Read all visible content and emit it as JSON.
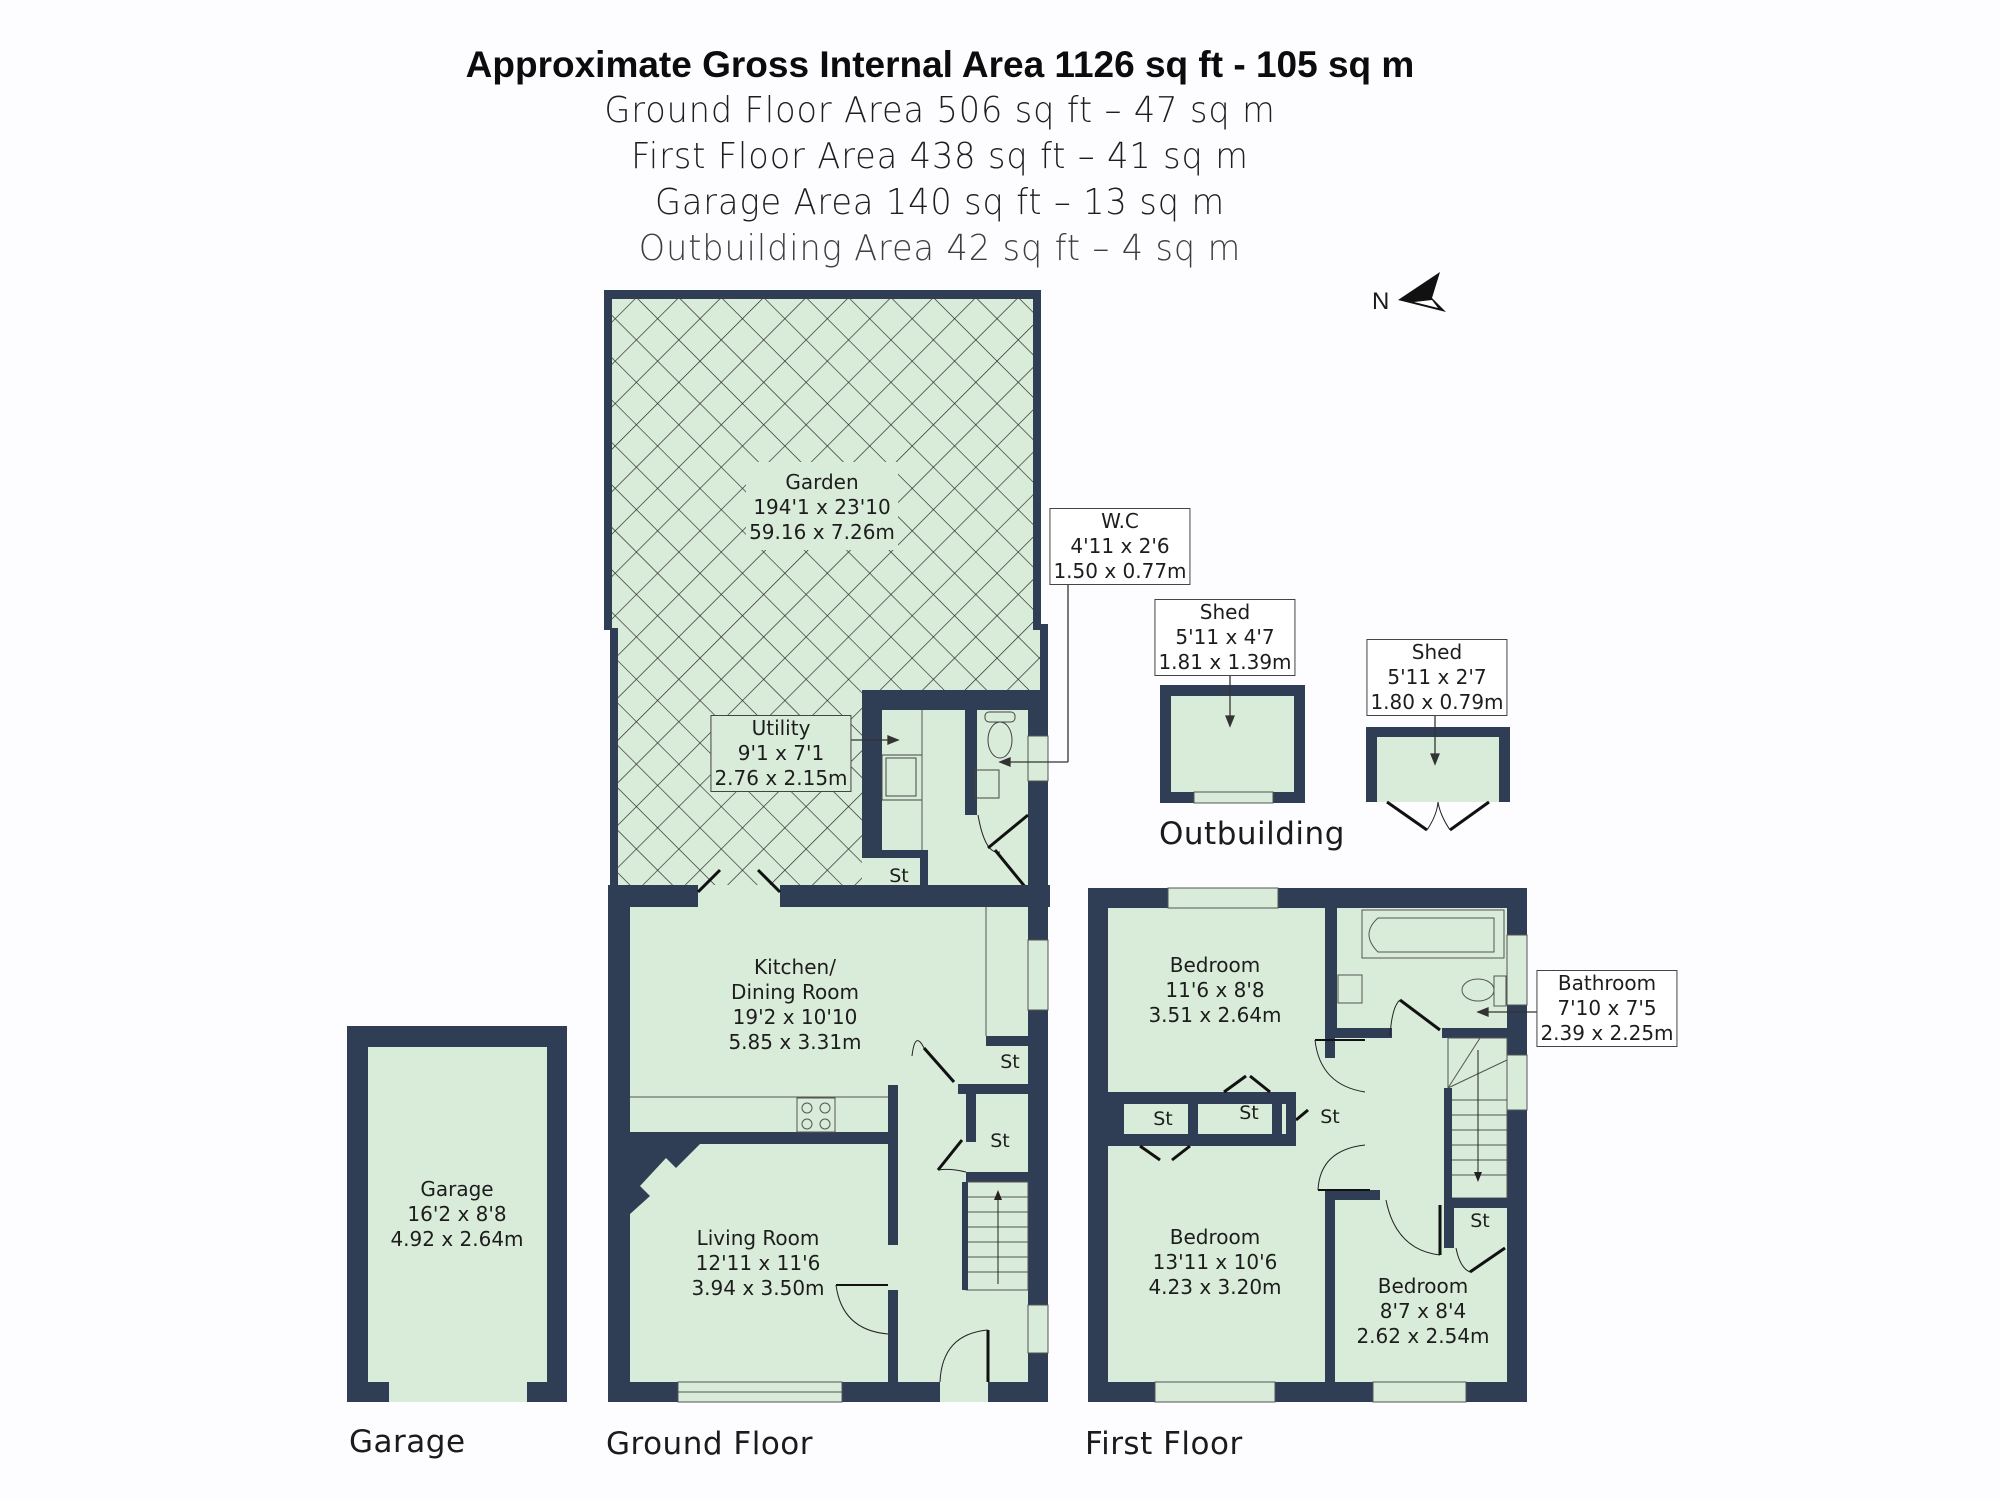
{
  "header": {
    "title": "Approximate Gross Internal Area 1126 sq ft - 105 sq m",
    "lines": [
      "Ground Floor Area 506 sq ft – 47 sq m",
      "First Floor Area 438 sq ft – 41 sq m",
      "Garage Area 140 sq ft – 13 sq m",
      "Outbuilding Area 42 sq ft – 4 sq m"
    ]
  },
  "compass": {
    "label": "N",
    "icon": "north-arrow-icon"
  },
  "colors": {
    "wall": "#2f3d55",
    "floor": "#d9ebd9",
    "background": "#fdfcfe",
    "label_box_border": "#444444"
  },
  "rooms": {
    "garden": {
      "name": "Garden",
      "imperial": "194'1 x 23'10",
      "metric": "59.16 x 7.26m"
    },
    "wc": {
      "name": "W.C",
      "imperial": "4'11 x 2'6",
      "metric": "1.50 x 0.77m"
    },
    "utility": {
      "name": "Utility",
      "imperial": "9'1 x 7'1",
      "metric": "2.76 x 2.15m"
    },
    "kitchen": {
      "name_line1": "Kitchen/",
      "name_line2": "Dining Room",
      "imperial": "19'2 x 10'10",
      "metric": "5.85 x 3.31m"
    },
    "living": {
      "name": "Living Room",
      "imperial": "12'11 x 11'6",
      "metric": "3.94 x 3.50m"
    },
    "garage": {
      "name": "Garage",
      "imperial": "16'2 x 8'8",
      "metric": "4.92 x 2.64m"
    },
    "shed1": {
      "name": "Shed",
      "imperial": "5'11 x 4'7",
      "metric": "1.81 x 1.39m"
    },
    "shed2": {
      "name": "Shed",
      "imperial": "5'11 x 2'7",
      "metric": "1.80 x 0.79m"
    },
    "bedroom1": {
      "name": "Bedroom",
      "imperial": "11'6 x 8'8",
      "metric": "3.51 x 2.64m"
    },
    "bedroom2": {
      "name": "Bedroom",
      "imperial": "13'11 x 10'6",
      "metric": "4.23 x 3.20m"
    },
    "bedroom3": {
      "name": "Bedroom",
      "imperial": "8'7 x 8'4",
      "metric": "2.62 x 2.54m"
    },
    "bathroom": {
      "name": "Bathroom",
      "imperial": "7'10 x 7'5",
      "metric": "2.39 x 2.25m"
    }
  },
  "storage_label": "St",
  "floor_labels": {
    "garage": "Garage",
    "ground": "Ground Floor",
    "first": "First Floor",
    "outbuilding": "Outbuilding"
  }
}
